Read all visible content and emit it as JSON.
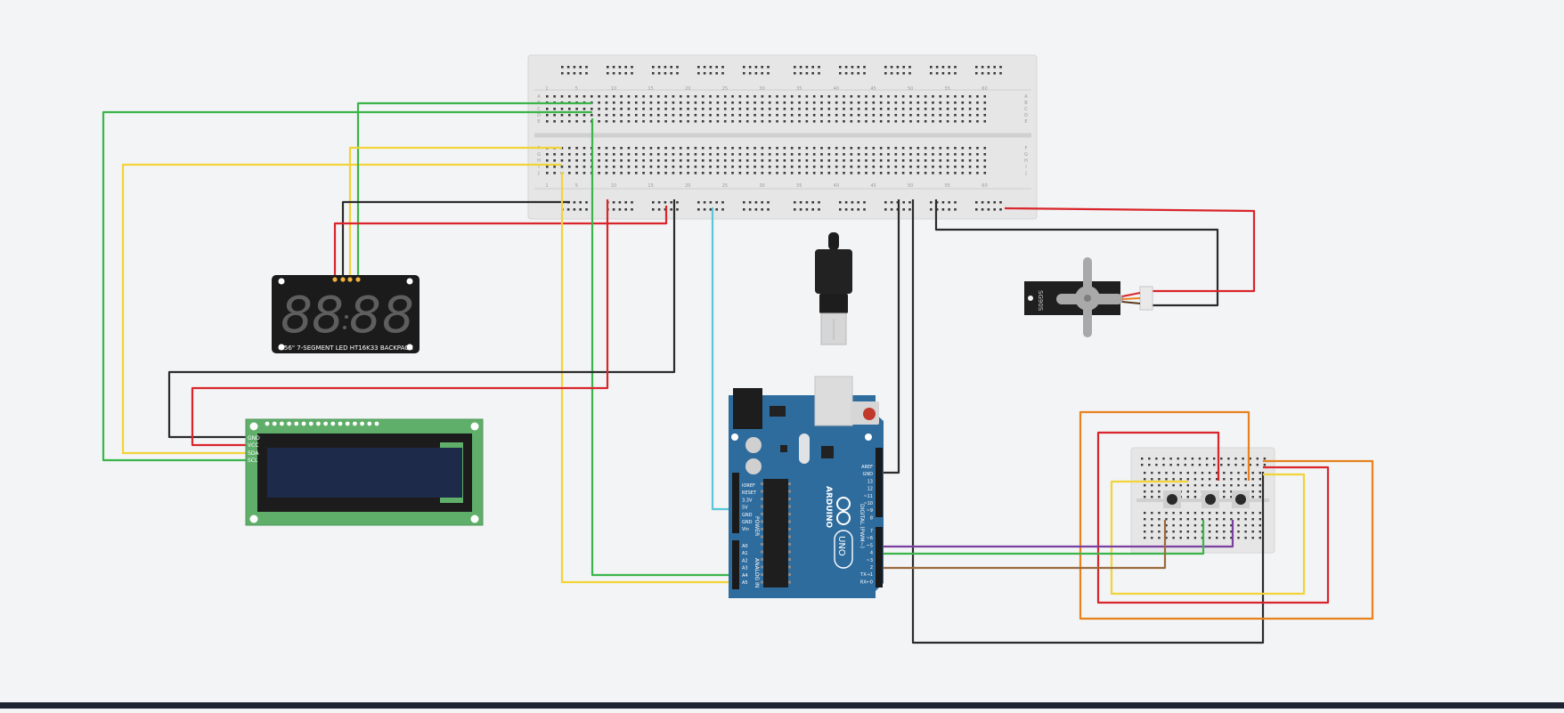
{
  "seven_segment": {
    "digits": [
      "8",
      "8",
      "8",
      "8"
    ],
    "label": "0.56\" 7-SEGMENT LED HT16K33 BACKPACK"
  },
  "lcd": {
    "pin_labels": [
      "GND",
      "VCC",
      "SDA",
      "SCL"
    ]
  },
  "arduino": {
    "brand": "ARDUINO",
    "model": "UNO",
    "power_header": [
      "IOREF",
      "RESET",
      "3.3V",
      "5V",
      "GND",
      "GND",
      "Vin"
    ],
    "analog_header": [
      "A0",
      "A1",
      "A2",
      "A3",
      "A4",
      "A5"
    ],
    "digital_header": [
      "AREF",
      "GND",
      "13",
      "12",
      "~11",
      "~10",
      "~9",
      "8",
      "7",
      "~6",
      "~5",
      "4",
      "~3",
      "2",
      "TX→1",
      "RX←0"
    ],
    "power_label": "POWER",
    "analog_label": "ANALOG IN",
    "digital_label": "DIGITAL (PWM~)"
  },
  "servo": {
    "label": "SG90S"
  },
  "breadboard": {
    "column_numbers": [
      "1",
      "5",
      "10",
      "15",
      "20",
      "25",
      "30",
      "35",
      "40",
      "45",
      "50",
      "55",
      "60"
    ],
    "row_letters_top": [
      "A",
      "B",
      "C",
      "D",
      "E"
    ],
    "row_letters_bottom": [
      "F",
      "G",
      "H",
      "I",
      "J"
    ]
  },
  "colors": {
    "green": "#3bb54a",
    "yellow": "#f2d338",
    "red": "#d9252b",
    "black": "#2b2b2b",
    "cyan": "#5bc7d8",
    "orange": "#e8811e",
    "purple": "#7b3fa0",
    "brown": "#9a6a3d",
    "lcd_board": "#5fae6a",
    "arduino_board": "#2f6c9e"
  }
}
